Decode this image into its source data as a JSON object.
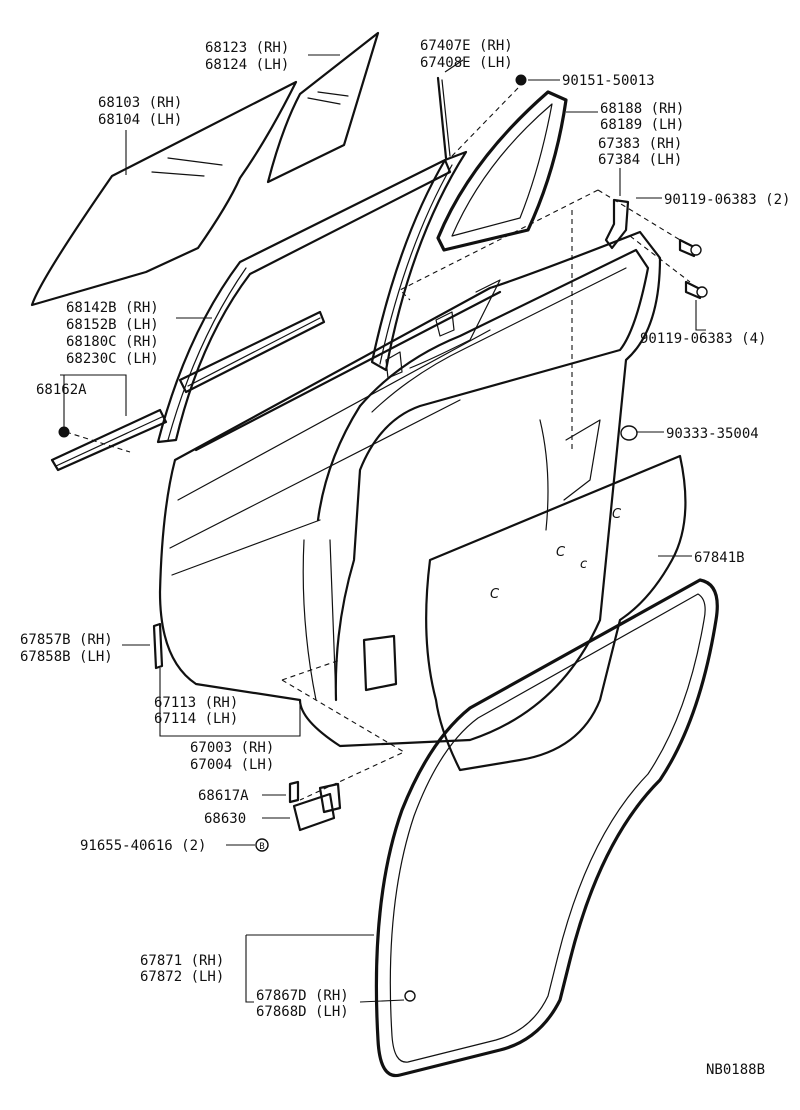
{
  "callouts": {
    "quarter_glass": [
      "68123 (RH)",
      "68124 (LH)"
    ],
    "door_glass": [
      "68103 (RH)",
      "68104 (LH)"
    ],
    "center_channel": [
      "67407E (RH)",
      "67408E (LH)"
    ],
    "screw_top": [
      "90151-50013"
    ],
    "weatherstrip_quarter": [
      "68188 (RH)",
      "68189 (LH)"
    ],
    "bracket": [
      "67383 (RH)",
      "67384 (LH)"
    ],
    "bolt_2": [
      "90119-06383 (2)"
    ],
    "bolt_4": [
      "90119-06383 (4)"
    ],
    "run_channel": [
      "68142B (RH)",
      "68152B (LH)"
    ],
    "belt_molding": [
      "68180C (RH)",
      "68230C (LH)"
    ],
    "clip_part": [
      "68162A"
    ],
    "plug": [
      "90333-35004"
    ],
    "service_cover": [
      "67841B"
    ],
    "seal_strip": [
      "67857B (RH)",
      "67858B (LH)"
    ],
    "door_panel": [
      "67113 (RH)",
      "67114 (LH)"
    ],
    "door_assembly": [
      "67003 (RH)",
      "67004 (LH)"
    ],
    "striker_bolt": [
      "68617A"
    ],
    "hinge": [
      "68630"
    ],
    "hinge_nut": [
      "91655-40616 (2)"
    ],
    "door_weatherstrip": [
      "67871 (RH)",
      "67872 (LH)"
    ],
    "weatherstrip_clip": [
      "67867D (RH)",
      "67868D (LH)"
    ]
  },
  "nut_marker": "B",
  "clip_marker": "C",
  "footer_code": "NB0188B"
}
